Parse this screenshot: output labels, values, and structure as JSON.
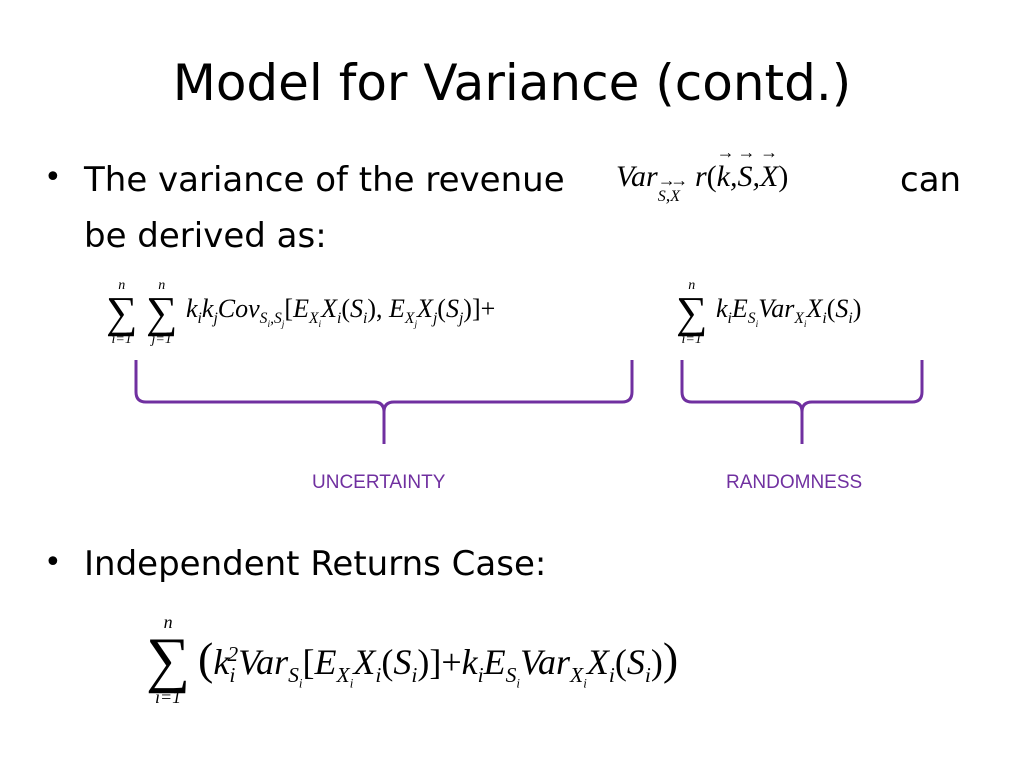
{
  "slide": {
    "title": "Model for Variance (contd.)"
  },
  "bullets": [
    {
      "text_before": "The variance of the revenue",
      "text_after_line1": "can",
      "text_line2": "be derived as:"
    },
    {
      "text": "Independent Returns Case:"
    }
  ],
  "labels": {
    "uncertainty": "UNCERTAINTY",
    "randomness": "RANDOMNESS"
  },
  "colors": {
    "brace": "#7030a0",
    "label": "#7030a0"
  }
}
